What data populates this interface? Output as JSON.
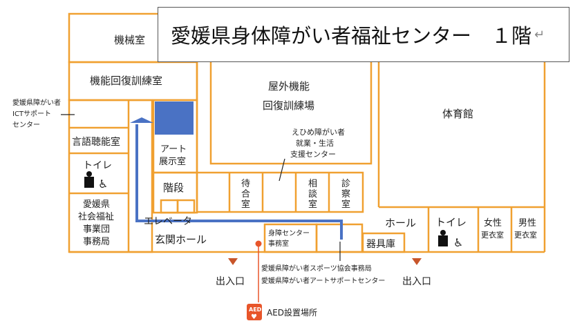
{
  "title": "愛媛県身体障がい者福祉センター　１階",
  "title_mark": "↵",
  "colors": {
    "wall": "#f0a030",
    "route": "#4a72c4",
    "entrance_marker": "#c8552a",
    "aed": "#e8552a"
  },
  "rooms": {
    "machine": "機械室",
    "rehab_line1": "機能回復訓練室",
    "outdoor_line1": "屋外機能",
    "outdoor_line2": "回復訓練場",
    "gym": "体育館",
    "ict_line1": "愛媛県障がい者",
    "ict_line2": "ICTサポート",
    "ict_line3": "センター",
    "speech": "言語聴能室",
    "toilet_left": "トイレ",
    "art_line1": "アート",
    "art_line2": "展示室",
    "stairs": "階段",
    "waiting_1": "待",
    "waiting_2": "合",
    "waiting_3": "室",
    "consult_1": "相",
    "consult_2": "談",
    "consult_3": "室",
    "exam_1": "診",
    "exam_2": "察",
    "exam_3": "室",
    "ehime_line1": "えひめ障がい者",
    "ehime_line2": "就業・生活",
    "ehime_line3": "支援センター",
    "social_line1": "愛媛県",
    "social_line2": "社会福祉",
    "social_line3": "事業団",
    "social_line4": "事務局",
    "elevator": "エレベータ",
    "lobby": "玄関ホール",
    "disabled_office_line1": "身障センター",
    "disabled_office_line2": "事務室",
    "hall": "ホール",
    "equipment": "器具庫",
    "toilet_right": "トイレ",
    "female_line1": "女性",
    "female_line2": "更衣室",
    "male_line1": "男性",
    "male_line2": "更衣室"
  },
  "annotations": {
    "sports_office": "愛媛県障がい者スポーツ協会事務局",
    "art_support": "愛媛県障がい者アートサポートセンター",
    "entrance_left": "出入口",
    "entrance_right": "出入口",
    "aed_badge": "AED",
    "aed_location": "AED設置場所"
  }
}
